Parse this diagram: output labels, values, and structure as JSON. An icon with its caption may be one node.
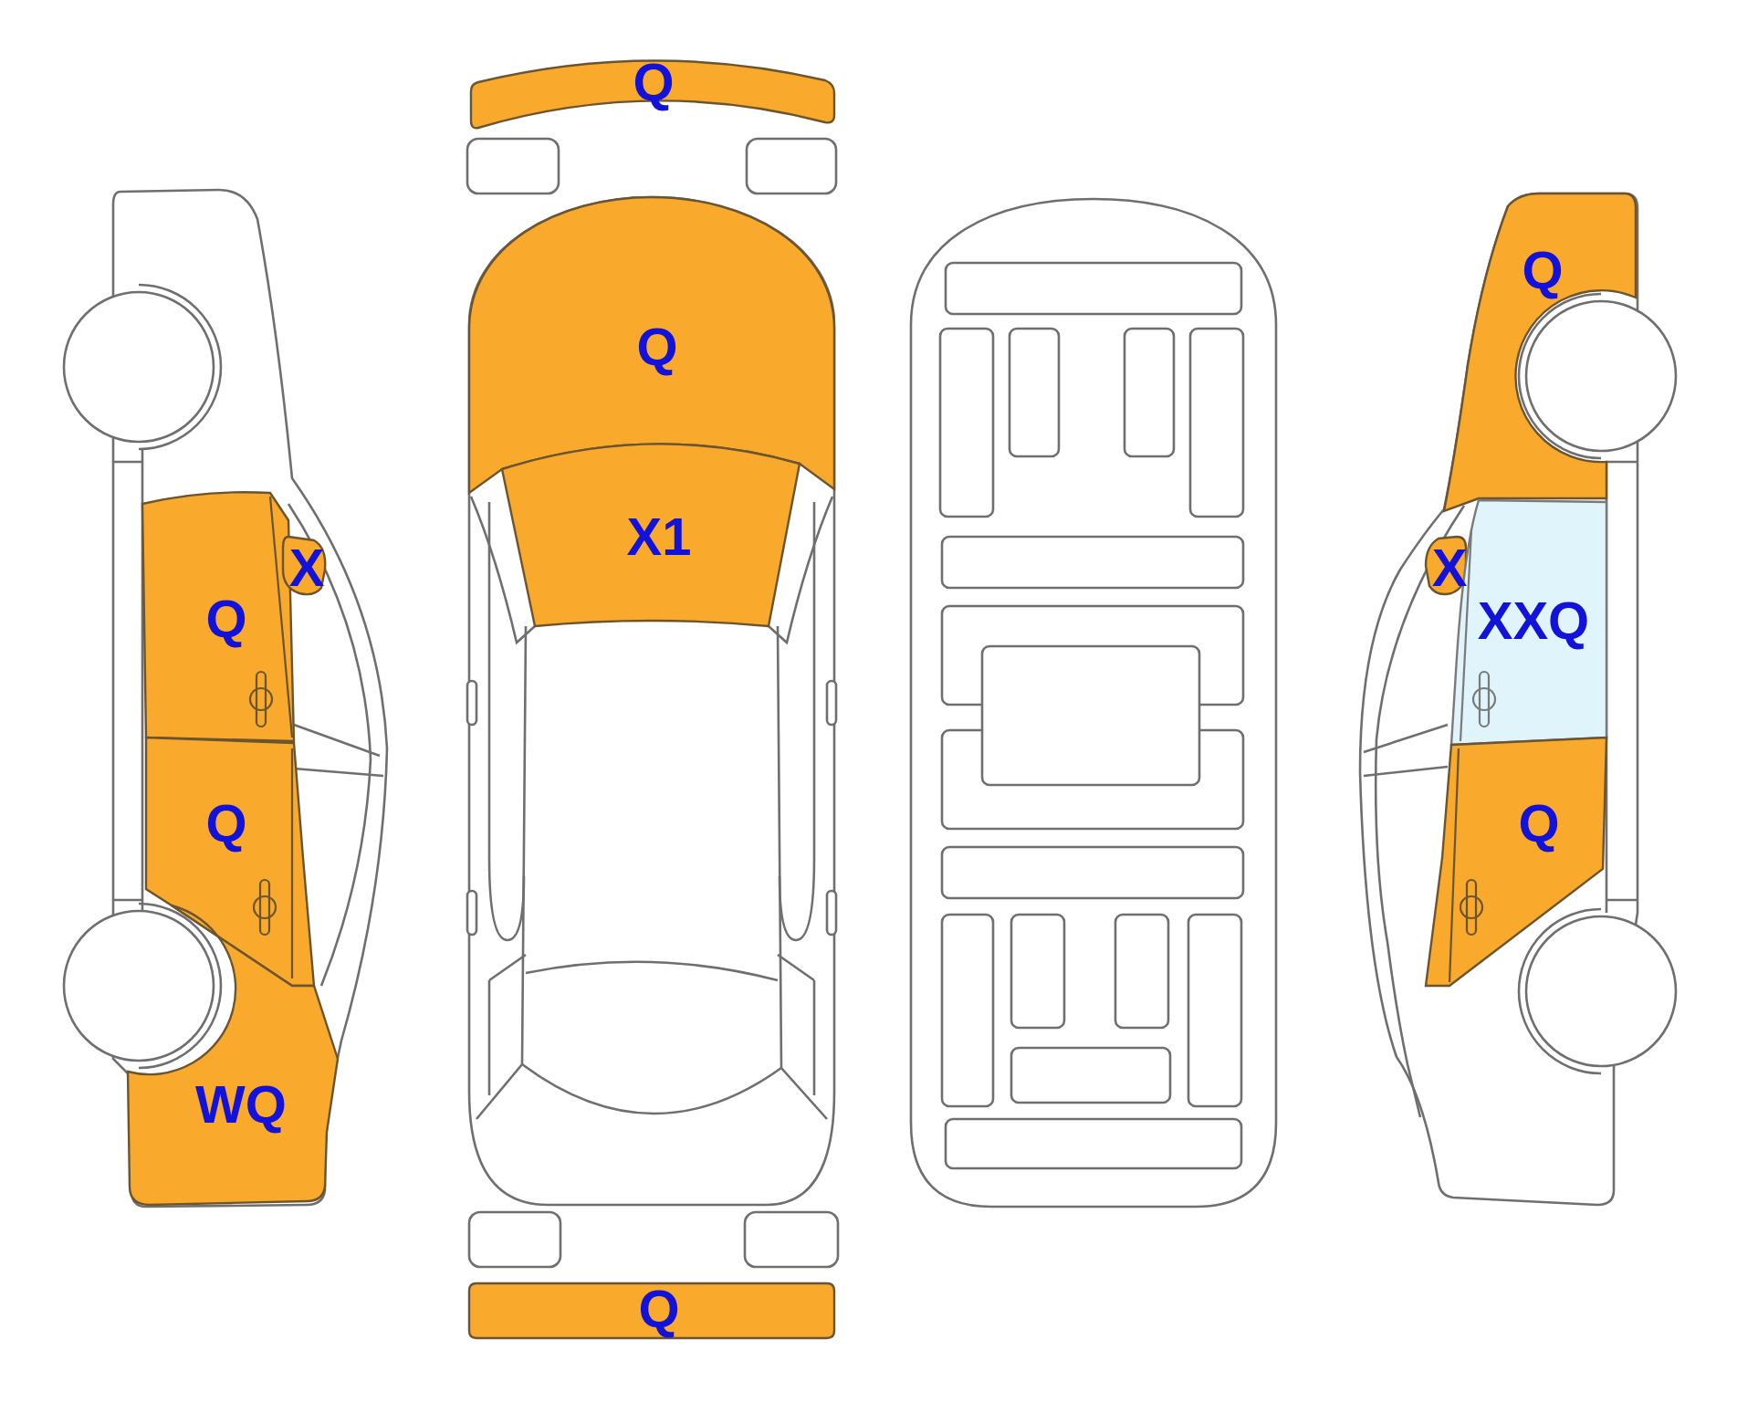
{
  "diagram": {
    "nodes": [
      {
        "text": [
          "Q"
        ]
      },
      {
        "text": [
          "X"
        ]
      },
      {
        "text": [
          "Q"
        ]
      },
      {
        "text": [
          "WQ"
        ]
      },
      {
        "text": [
          "Q"
        ]
      },
      {
        "text": [
          "Q"
        ]
      },
      {
        "text": [
          "X1"
        ]
      },
      {
        "text": [
          "Q"
        ]
      },
      {
        "text": [
          "Q"
        ]
      },
      {
        "text": [
          "X"
        ]
      },
      {
        "text": [
          "XXQ"
        ]
      },
      {
        "text": [
          "Q"
        ]
      }
    ]
  }
}
